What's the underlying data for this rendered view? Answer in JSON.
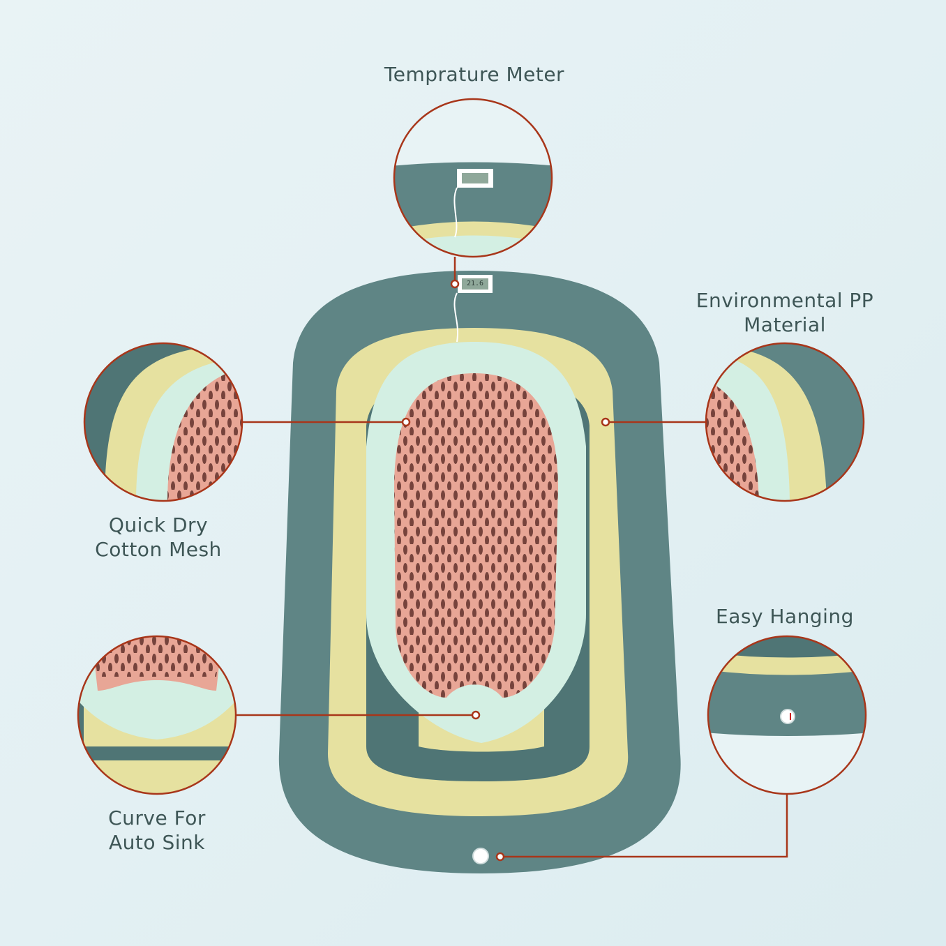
{
  "labels": {
    "temperature_meter": "Temprature Meter",
    "environmental_pp_line1": "Environmental PP",
    "environmental_pp_line2": "Material",
    "quick_dry_line1": "Quick Dry",
    "quick_dry_line2": "Cotton Mesh",
    "easy_hanging": "Easy Hanging",
    "curve_line1": "Curve For",
    "curve_line2": "Auto Sink"
  },
  "thermometer_display": "21.6",
  "colors": {
    "background": "#e6f1f4",
    "tub_outer": "#5f8585",
    "tub_inner": "#4f7575",
    "yellow": "#e6e1a0",
    "mint": "#d3efe3",
    "pink": "#e8a696",
    "callout": "#a8361a",
    "text": "#3e5656"
  }
}
